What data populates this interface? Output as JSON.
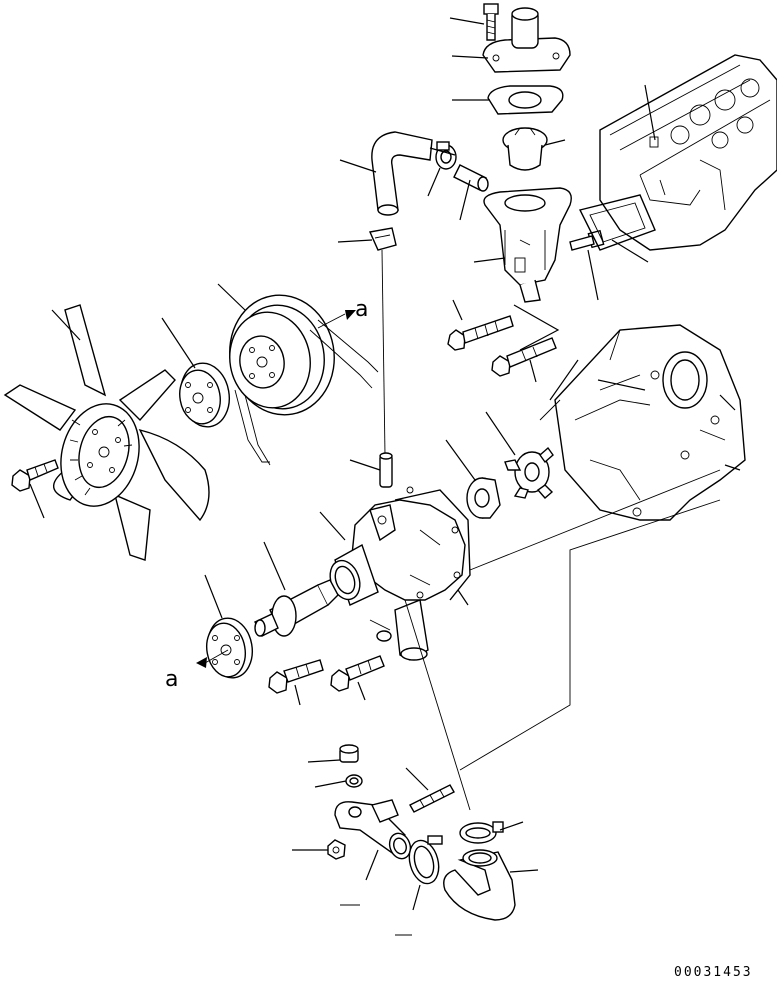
{
  "diagram": {
    "view_marker_top": "a",
    "view_marker_bottom": "a",
    "drawing_number": "00031453"
  }
}
